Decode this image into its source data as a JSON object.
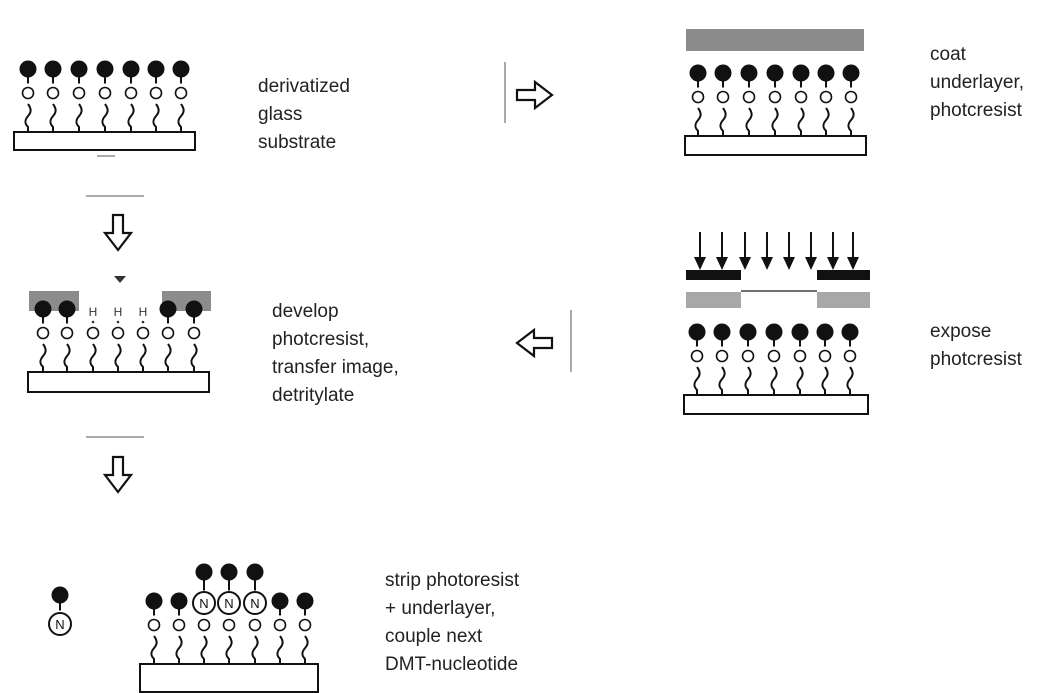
{
  "colors": {
    "ink": "#111111",
    "resist_gray": "#8c8c8c",
    "underlayer_gray": "#a8a8a8",
    "substrate_fill": "#ffffff",
    "text": "#222222"
  },
  "steps": [
    {
      "id": "derivatized",
      "caption": [
        "derivatized",
        "glass",
        "substrate"
      ]
    },
    {
      "id": "coat",
      "caption": [
        "coat",
        "underlayer,",
        "photcresist"
      ]
    },
    {
      "id": "expose",
      "caption": [
        "expose",
        "photcresist"
      ]
    },
    {
      "id": "develop",
      "caption": [
        "develop",
        "photcresist,",
        "transfer image,",
        "detritylate"
      ]
    },
    {
      "id": "strip",
      "caption": [
        "strip photoresist",
        "+ underlayer,",
        "couple next",
        "DMT-nucleotide"
      ]
    }
  ],
  "arrows": [
    {
      "name": "arrow-right-coat",
      "direction": "right"
    },
    {
      "name": "arrow-down-develop",
      "direction": "down"
    },
    {
      "name": "arrow-left-develop",
      "direction": "left"
    },
    {
      "name": "arrow-down-strip",
      "direction": "down"
    }
  ],
  "labels": {
    "deprotected_group": "H",
    "nucleotide_base": "N"
  },
  "icons": {
    "dmt_group": "filled-circle-icon",
    "spacer": "open-circle-icon",
    "linker": "squiggle-icon",
    "uv_light": "down-arrow-icon",
    "mask": "black-bar-icon"
  }
}
